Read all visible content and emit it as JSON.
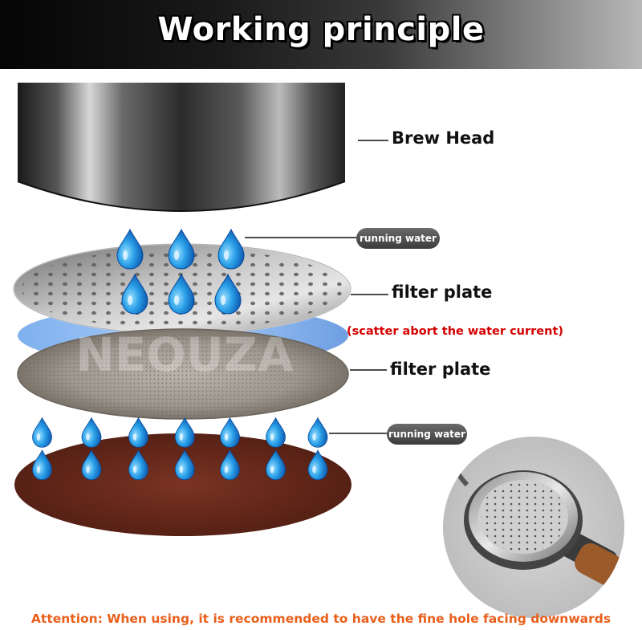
{
  "header": {
    "title": "Working principle"
  },
  "labels": {
    "brew_head": "Brew Head",
    "running_water_top": "running water",
    "filter_plate_top": "filter plate",
    "scatter_note": "(scatter abort the water current)",
    "filter_plate_mesh": "filter plate",
    "running_water_bottom": "running water"
  },
  "footer": {
    "attention": "Attention: When using, it is recommended to have the fine hole facing downwards"
  },
  "icons": [
    "water-drop-icon"
  ],
  "colors": {
    "title": "#ffffff",
    "scatter_note": "#d40000",
    "attention": "#e8601c",
    "puck": "#6b2a1c"
  }
}
